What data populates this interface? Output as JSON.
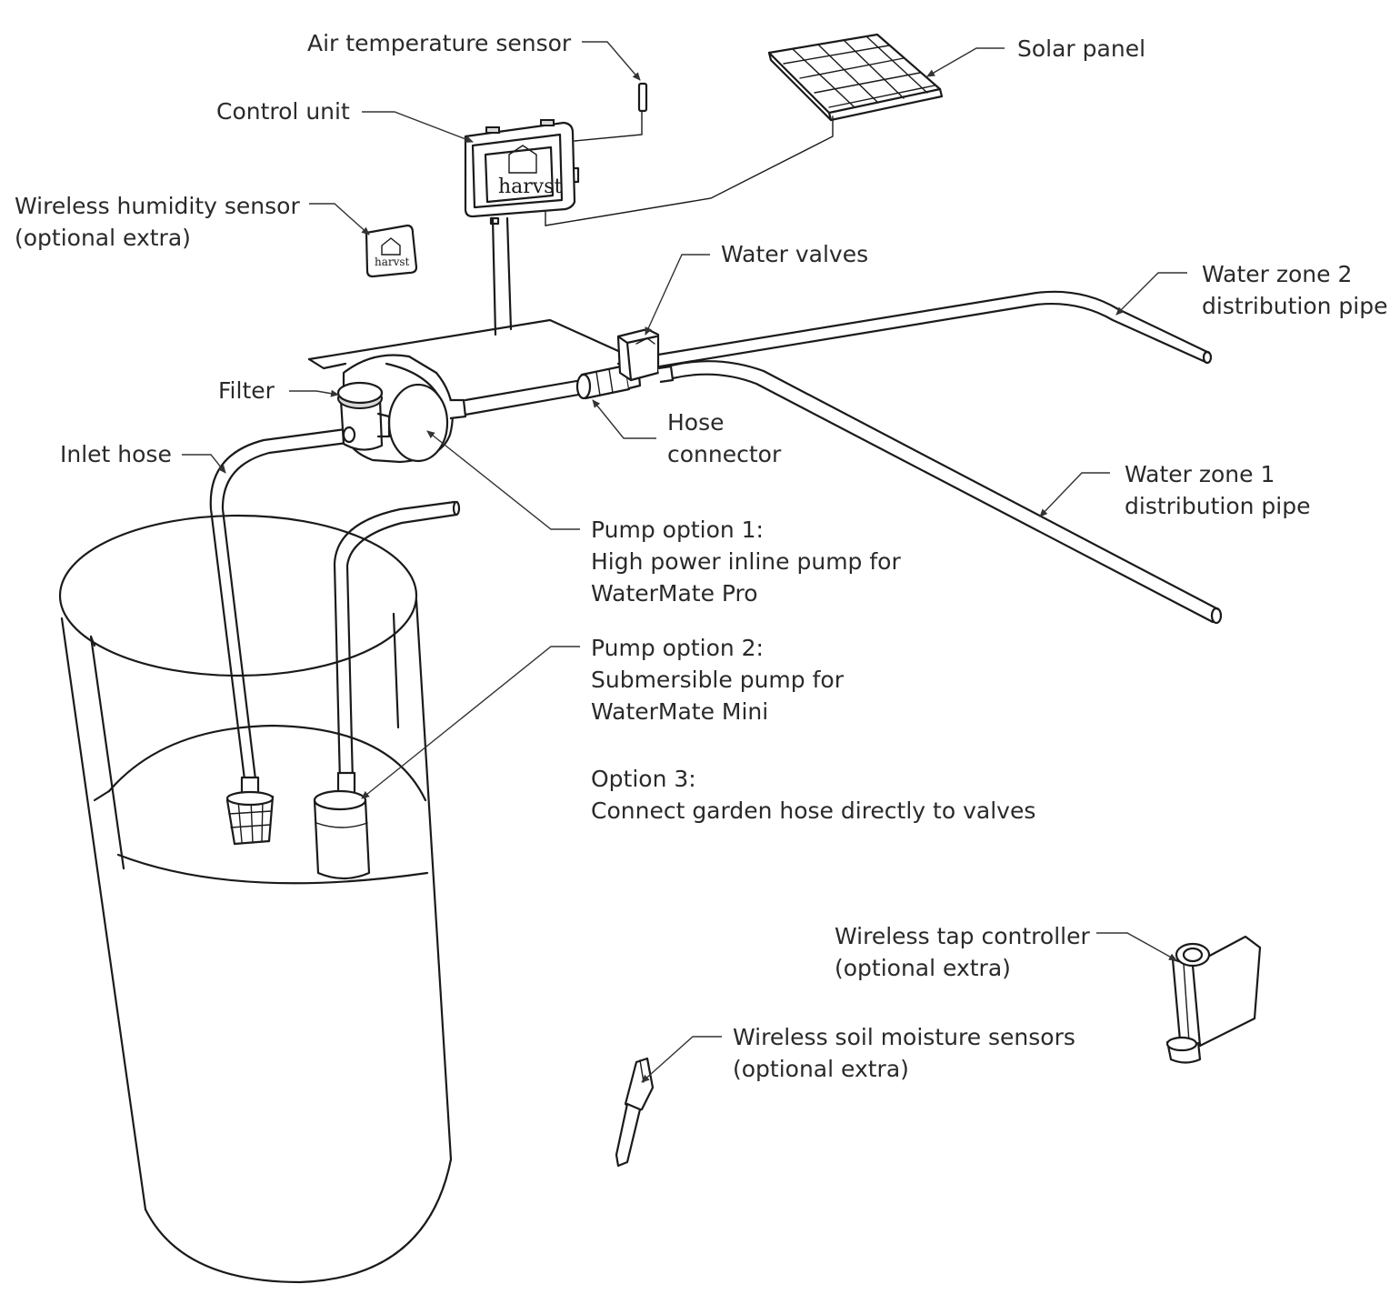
{
  "labels": {
    "air_temperature_sensor": "Air temperature sensor",
    "control_unit": "Control unit",
    "wireless_humidity_sensor": "Wireless humidity sensor\n(optional extra)",
    "solar_panel": "Solar panel",
    "water_valves": "Water valves",
    "water_zone_2": "Water zone 2\ndistribution pipe",
    "filter": "Filter",
    "inlet_hose": "Inlet hose",
    "hose_connector": "Hose\nconnector",
    "water_zone_1": "Water zone 1\ndistribution pipe",
    "pump_option_1": "Pump option 1:\nHigh power inline pump for\nWaterMate Pro",
    "pump_option_2": "Pump option 2:\nSubmersible pump for\nWaterMate Mini",
    "option_3": "Option 3:\nConnect garden hose directly to valves",
    "wireless_tap_controller": "Wireless tap controller\n(optional extra)",
    "wireless_soil_moisture": "Wireless soil moisture sensors\n(optional extra)"
  },
  "logo": {
    "brand": "harvst"
  },
  "colors": {
    "line": "#1a1a1a",
    "text": "#2a2a2a",
    "background": "#ffffff"
  }
}
